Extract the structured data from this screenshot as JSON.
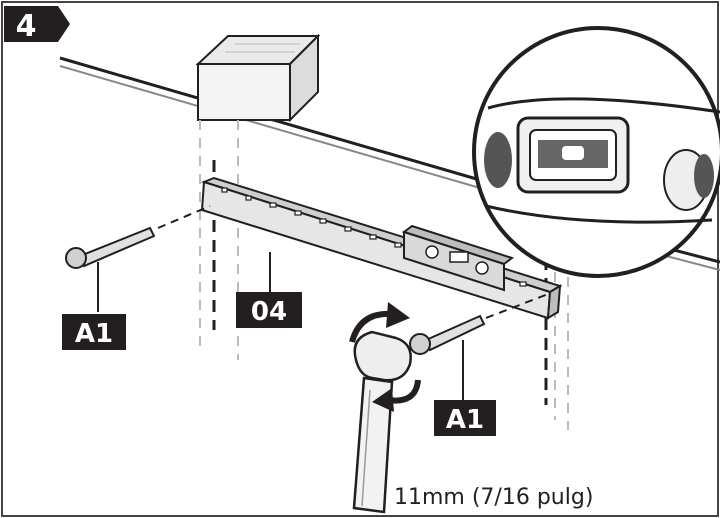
{
  "step": {
    "number": "4"
  },
  "labels": {
    "screw_left": "A1",
    "bracket": "04",
    "screw_right": "A1"
  },
  "tool": {
    "size_caption": "11mm (7/16 pulg)"
  },
  "colors": {
    "label_bg": "#231f20",
    "label_text": "#ffffff",
    "line": "#231f20",
    "bracket_fill": "#e6e6e6",
    "level_fill": "#d9d9d9"
  }
}
